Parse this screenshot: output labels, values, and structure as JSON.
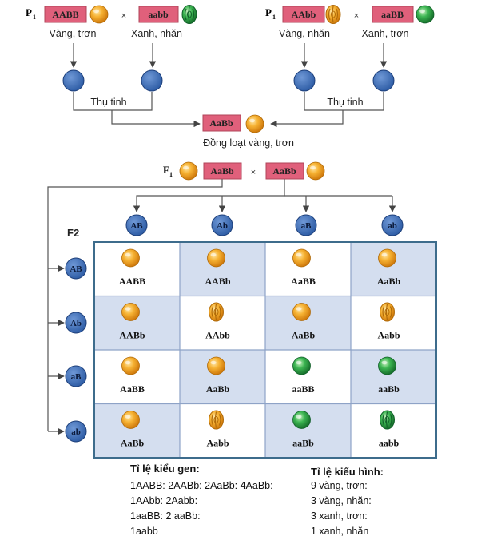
{
  "parents_left": {
    "generation": "P",
    "generation_sub": "1",
    "parent1": {
      "genotype": "AABB",
      "phenotype": "Vàng, trơn",
      "seed": "yellow-smooth"
    },
    "cross": "×",
    "parent2": {
      "genotype": "aabb",
      "phenotype": "Xanh, nhăn",
      "seed": "green-wrinkled"
    },
    "fertilization": "Thụ tinh"
  },
  "parents_right": {
    "generation": "P",
    "generation_sub": "1",
    "parent1": {
      "genotype": "AAbb",
      "phenotype": "Vàng, nhăn",
      "seed": "yellow-wrinkled"
    },
    "cross": "×",
    "parent2": {
      "genotype": "aaBB",
      "phenotype": "Xanh, trơn",
      "seed": "green-smooth"
    },
    "fertilization": "Thụ tinh"
  },
  "f1_result": {
    "genotype": "AaBb",
    "caption": "Đồng loạt vàng, trơn"
  },
  "f1_cross": {
    "generation": "F",
    "generation_sub": "1",
    "genotype_left": "AaBb",
    "cross": "×",
    "genotype_right": "AaBb"
  },
  "f2": {
    "label": "F2",
    "gametes_top": [
      "AB",
      "Ab",
      "aB",
      "ab"
    ],
    "gametes_left": [
      "AB",
      "Ab",
      "aB",
      "ab"
    ],
    "grid": [
      [
        {
          "g": "AABB",
          "seed": "yellow-smooth"
        },
        {
          "g": "AABb",
          "seed": "yellow-smooth"
        },
        {
          "g": "AaBB",
          "seed": "yellow-smooth"
        },
        {
          "g": "AaBb",
          "seed": "yellow-smooth"
        }
      ],
      [
        {
          "g": "AABb",
          "seed": "yellow-smooth"
        },
        {
          "g": "AAbb",
          "seed": "yellow-wrinkled"
        },
        {
          "g": "AaBb",
          "seed": "yellow-smooth"
        },
        {
          "g": "Aabb",
          "seed": "yellow-wrinkled"
        }
      ],
      [
        {
          "g": "AaBB",
          "seed": "yellow-smooth"
        },
        {
          "g": "AaBb",
          "seed": "yellow-smooth"
        },
        {
          "g": "aaBB",
          "seed": "green-smooth"
        },
        {
          "g": "aaBb",
          "seed": "green-smooth"
        }
      ],
      [
        {
          "g": "AaBb",
          "seed": "yellow-smooth"
        },
        {
          "g": "Aabb",
          "seed": "yellow-wrinkled"
        },
        {
          "g": "aaBb",
          "seed": "green-smooth"
        },
        {
          "g": "aabb",
          "seed": "green-wrinkled"
        }
      ]
    ]
  },
  "summary": {
    "genotype_title": "Tỉ lệ kiểu gen:",
    "genotype_lines": [
      "1AABB: 2AABb: 2AaBb: 4AaBb:",
      "1AAbb: 2Aabb:",
      "1aaBB: 2 aaBb:",
      "1aabb"
    ],
    "phenotype_title": "Tỉ lệ kiểu hình:",
    "phenotype_lines": [
      "9 vàng, trơn:",
      "3 vàng, nhăn:",
      "3 xanh, trơn:",
      "1 xanh, nhăn"
    ]
  },
  "colors": {
    "yellow_seed": "#f2a21e",
    "green_seed": "#2fa04a",
    "genotype_box": "#e0607b",
    "gamete": "#3d6fb8",
    "cell_shaded": "#d4deef"
  }
}
